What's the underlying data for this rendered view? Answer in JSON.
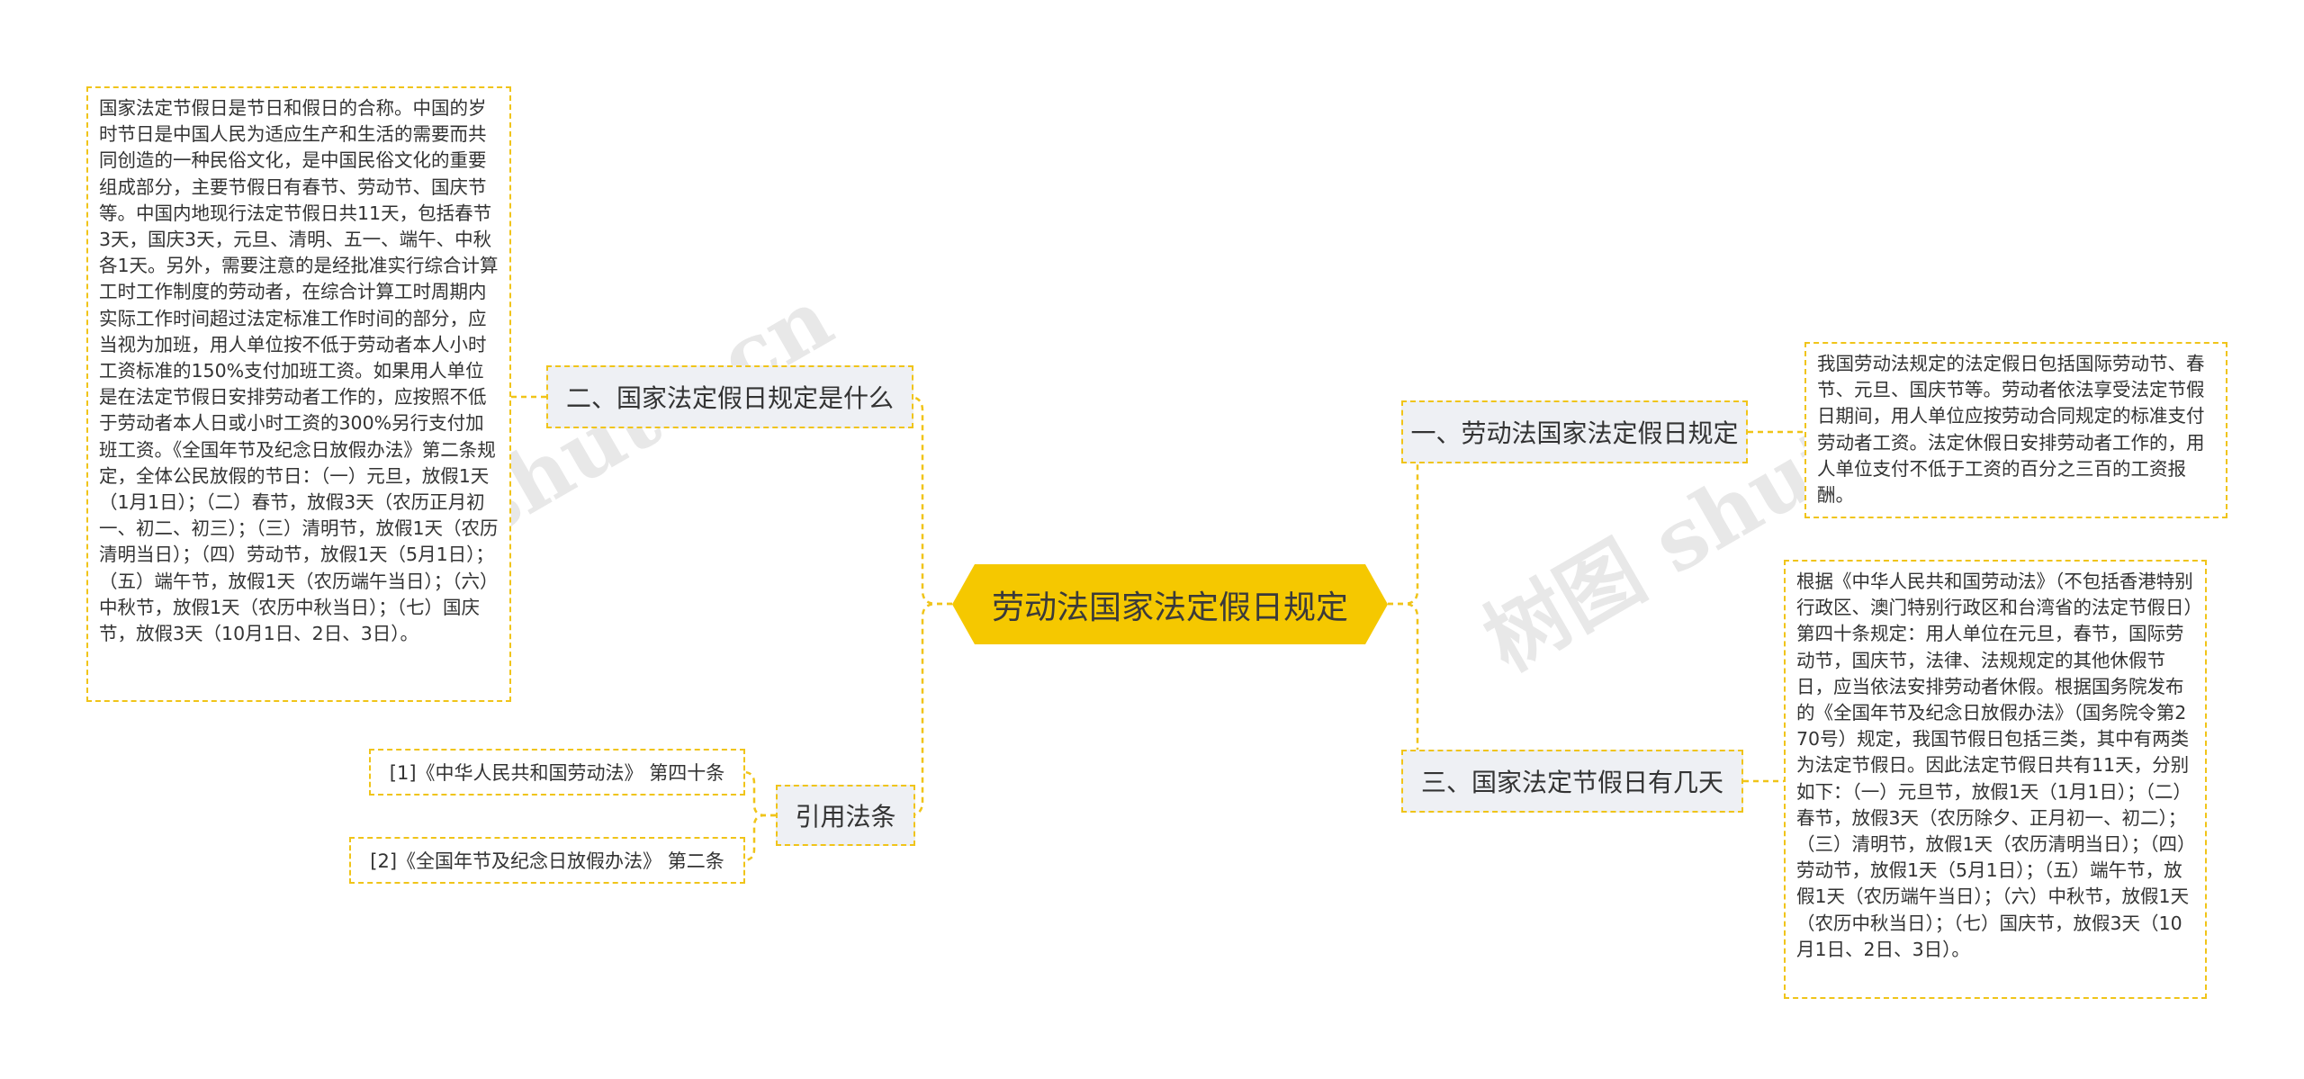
{
  "center": {
    "title": "劳动法国家法定假日规定"
  },
  "branches": {
    "right1": {
      "label": "一、劳动法国家法定假日规定"
    },
    "right2": {
      "label": "三、国家法定节假日有几天"
    },
    "left1": {
      "label": "二、国家法定假日规定是什么"
    },
    "left2": {
      "label": "引用法条"
    }
  },
  "leaves": {
    "right1": "我国劳动法规定的法定假日包括国际劳动节、春节、元旦、国庆节等。劳动者依法享受法定节假日期间，用人单位应按劳动合同规定的标准支付劳动者工资。法定休假日安排劳动者工作的，用人单位支付不低于工资的百分之三百的工资报酬。",
    "right2": "根据《中华人民共和国劳动法》（不包括香港特别行政区、澳门特别行政区和台湾省的法定节假日）第四十条规定：用人单位在元旦，春节，国际劳动节，国庆节，法律、法规规定的其他休假节日，应当依法安排劳动者休假。根据国务院发布的《全国年节及纪念日放假办法》（国务院令第270号）规定，我国节假日包括三类，其中有两类为法定节假日。因此法定节假日共有11天，分别如下：（一）元旦节，放假1天（1月1日）；（二）春节，放假3天（农历除夕、正月初一、初二）；（三）清明节，放假1天（农历清明当日）；（四）劳动节，放假1天（5月1日）；（五）端午节，放假1天（农历端午当日）；（六）中秋节，放假1天（农历中秋当日）；（七）国庆节，放假3天（10月1日、2日、3日）。",
    "left1": "国家法定节假日是节日和假日的合称。中国的岁时节日是中国人民为适应生产和生活的需要而共同创造的一种民俗文化，是中国民俗文化的重要组成部分，主要节假日有春节、劳动节、国庆节等。中国内地现行法定节假日共11天，包括春节3天，国庆3天，元旦、清明、五一、端午、中秋各1天。另外，需要注意的是经批准实行综合计算工时工作制度的劳动者，在综合计算工时周期内实际工作时间超过法定标准工作时间的部分，应当视为加班，用人单位按不低于劳动者本人小时工资标准的150%支付加班工资。如果用人单位是在法定节假日安排劳动者工作的，应按照不低于劳动者本人日或小时工资的300%另行支付加班工资。《全国年节及纪念日放假办法》第二条规定，全体公民放假的节日：（一）元旦，放假1天（1月1日）；（二）春节，放假3天（农历正月初一、初二、初三）；（三）清明节，放假1天（农历清明当日）；（四）劳动节，放假1天（5月1日）；（五）端午节，放假1天（农历端午当日）；（六）中秋节，放假1天（农历中秋当日）；（七）国庆节，放假3天（10月1日、2日、3日）。",
    "ref1": "[1]《中华人民共和国劳动法》 第四十条",
    "ref2": "[2]《全国年节及纪念日放假办法》 第二条"
  },
  "watermarks": [
    "树图 shutu.cn",
    "树图 shutu.cn"
  ],
  "colors": {
    "center_fill": "#f5c800",
    "connector": "#f0c419",
    "branch_fill": "#eef0f4"
  }
}
